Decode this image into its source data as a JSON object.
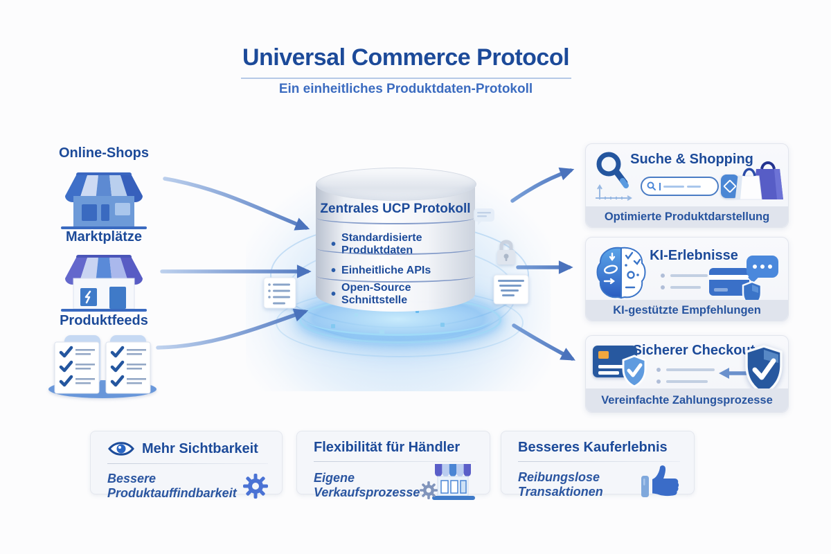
{
  "header": {
    "title": "Universal Commerce Protocol",
    "subtitle": "Ein einheitliches Produktdaten-Protokoll"
  },
  "sources": [
    {
      "label": "Online-Shops",
      "icon": "storefront-icon"
    },
    {
      "label": "Marktplätze",
      "icon": "marketplace-storefront-icon"
    },
    {
      "label": "Produktfeeds",
      "icon": "checklist-documents-icon"
    }
  ],
  "hub": {
    "title": "Zentrales UCP Protokoll",
    "features": [
      "Standardisierte Produktdaten",
      "Einheitliche APIs",
      "Open-Source Schnittstelle"
    ]
  },
  "outputs": [
    {
      "title": "Suche & Shopping",
      "caption": "Optimierte Produktdarstellung",
      "icons": [
        "magnifier-icon",
        "search-bar",
        "shopping-bags-icon"
      ]
    },
    {
      "title": "KI-Erlebnisse",
      "caption": "KI-gestützte Empfehlungen",
      "icons": [
        "brain-icon",
        "credit-card-icon",
        "chat-bubble-icon",
        "shield-icon"
      ]
    },
    {
      "title": "Sicherer Checkout",
      "caption": "Vereinfachte Zahlungsprozesse",
      "icons": [
        "credit-card-icon",
        "shield-check-icon",
        "left-arrow-icon",
        "big-shield-check-icon"
      ]
    }
  ],
  "benefits": [
    {
      "title": "Mehr Sichtbarkeit",
      "description": "Bessere Produktauffindbarkeit",
      "icons": [
        "eye-icon",
        "gear-icon"
      ]
    },
    {
      "title": "Flexibilität für Händler",
      "description": "Eigene Verkaufsprozesse",
      "icons": [
        "storefront-gear-icon"
      ]
    },
    {
      "title": "Besseres Kauferlebnis",
      "description": "Reibungslose Transaktionen",
      "icons": [
        "thumbs-up-icon"
      ]
    }
  ],
  "colors": {
    "title_blue": "#1c4a99",
    "subtitle_blue": "#3c6cc0",
    "arrow_blue": "#4a72bc",
    "card_footer_bg": "#e0e4ed",
    "glow_blue": "#7db8ec"
  }
}
